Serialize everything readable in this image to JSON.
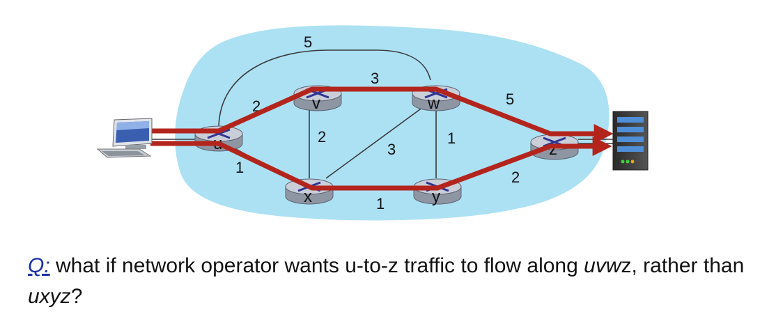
{
  "colors": {
    "cloud": "#ace1f4",
    "path": "#b3251c",
    "router_body": "#8e96a4",
    "router_top": "#c9ced8",
    "router_x": "#2e3593",
    "link": "#3a3a3a",
    "question_prefix": "#1b2fa8"
  },
  "network": {
    "routers": [
      {
        "id": "u",
        "label": "u"
      },
      {
        "id": "v",
        "label": "v"
      },
      {
        "id": "w",
        "label": "w"
      },
      {
        "id": "x",
        "label": "x"
      },
      {
        "id": "y",
        "label": "y"
      },
      {
        "id": "z",
        "label": "z"
      }
    ],
    "links": [
      {
        "from": "u",
        "to": "w",
        "weight": "5"
      },
      {
        "from": "v",
        "to": "w",
        "weight": "3"
      },
      {
        "from": "u",
        "to": "v",
        "weight": "2"
      },
      {
        "from": "w",
        "to": "z",
        "weight": "5"
      },
      {
        "from": "v",
        "to": "x",
        "weight": "2"
      },
      {
        "from": "w",
        "to": "y",
        "weight": "1"
      },
      {
        "from": "w",
        "to": "x",
        "weight": "3"
      },
      {
        "from": "u",
        "to": "x",
        "weight": "1"
      },
      {
        "from": "x",
        "to": "y",
        "weight": "1"
      },
      {
        "from": "y",
        "to": "z",
        "weight": "2"
      }
    ],
    "highlighted_paths": [
      "uvwz",
      "uxyz"
    ]
  },
  "question": {
    "prefix": "Q:",
    "text_1": " what if network operator wants u-to-z traffic to flow along ",
    "path_a": "uvw",
    "path_a_end": "z",
    "text_2": ", rather than ",
    "path_b": "uxyz",
    "text_3": "?"
  }
}
